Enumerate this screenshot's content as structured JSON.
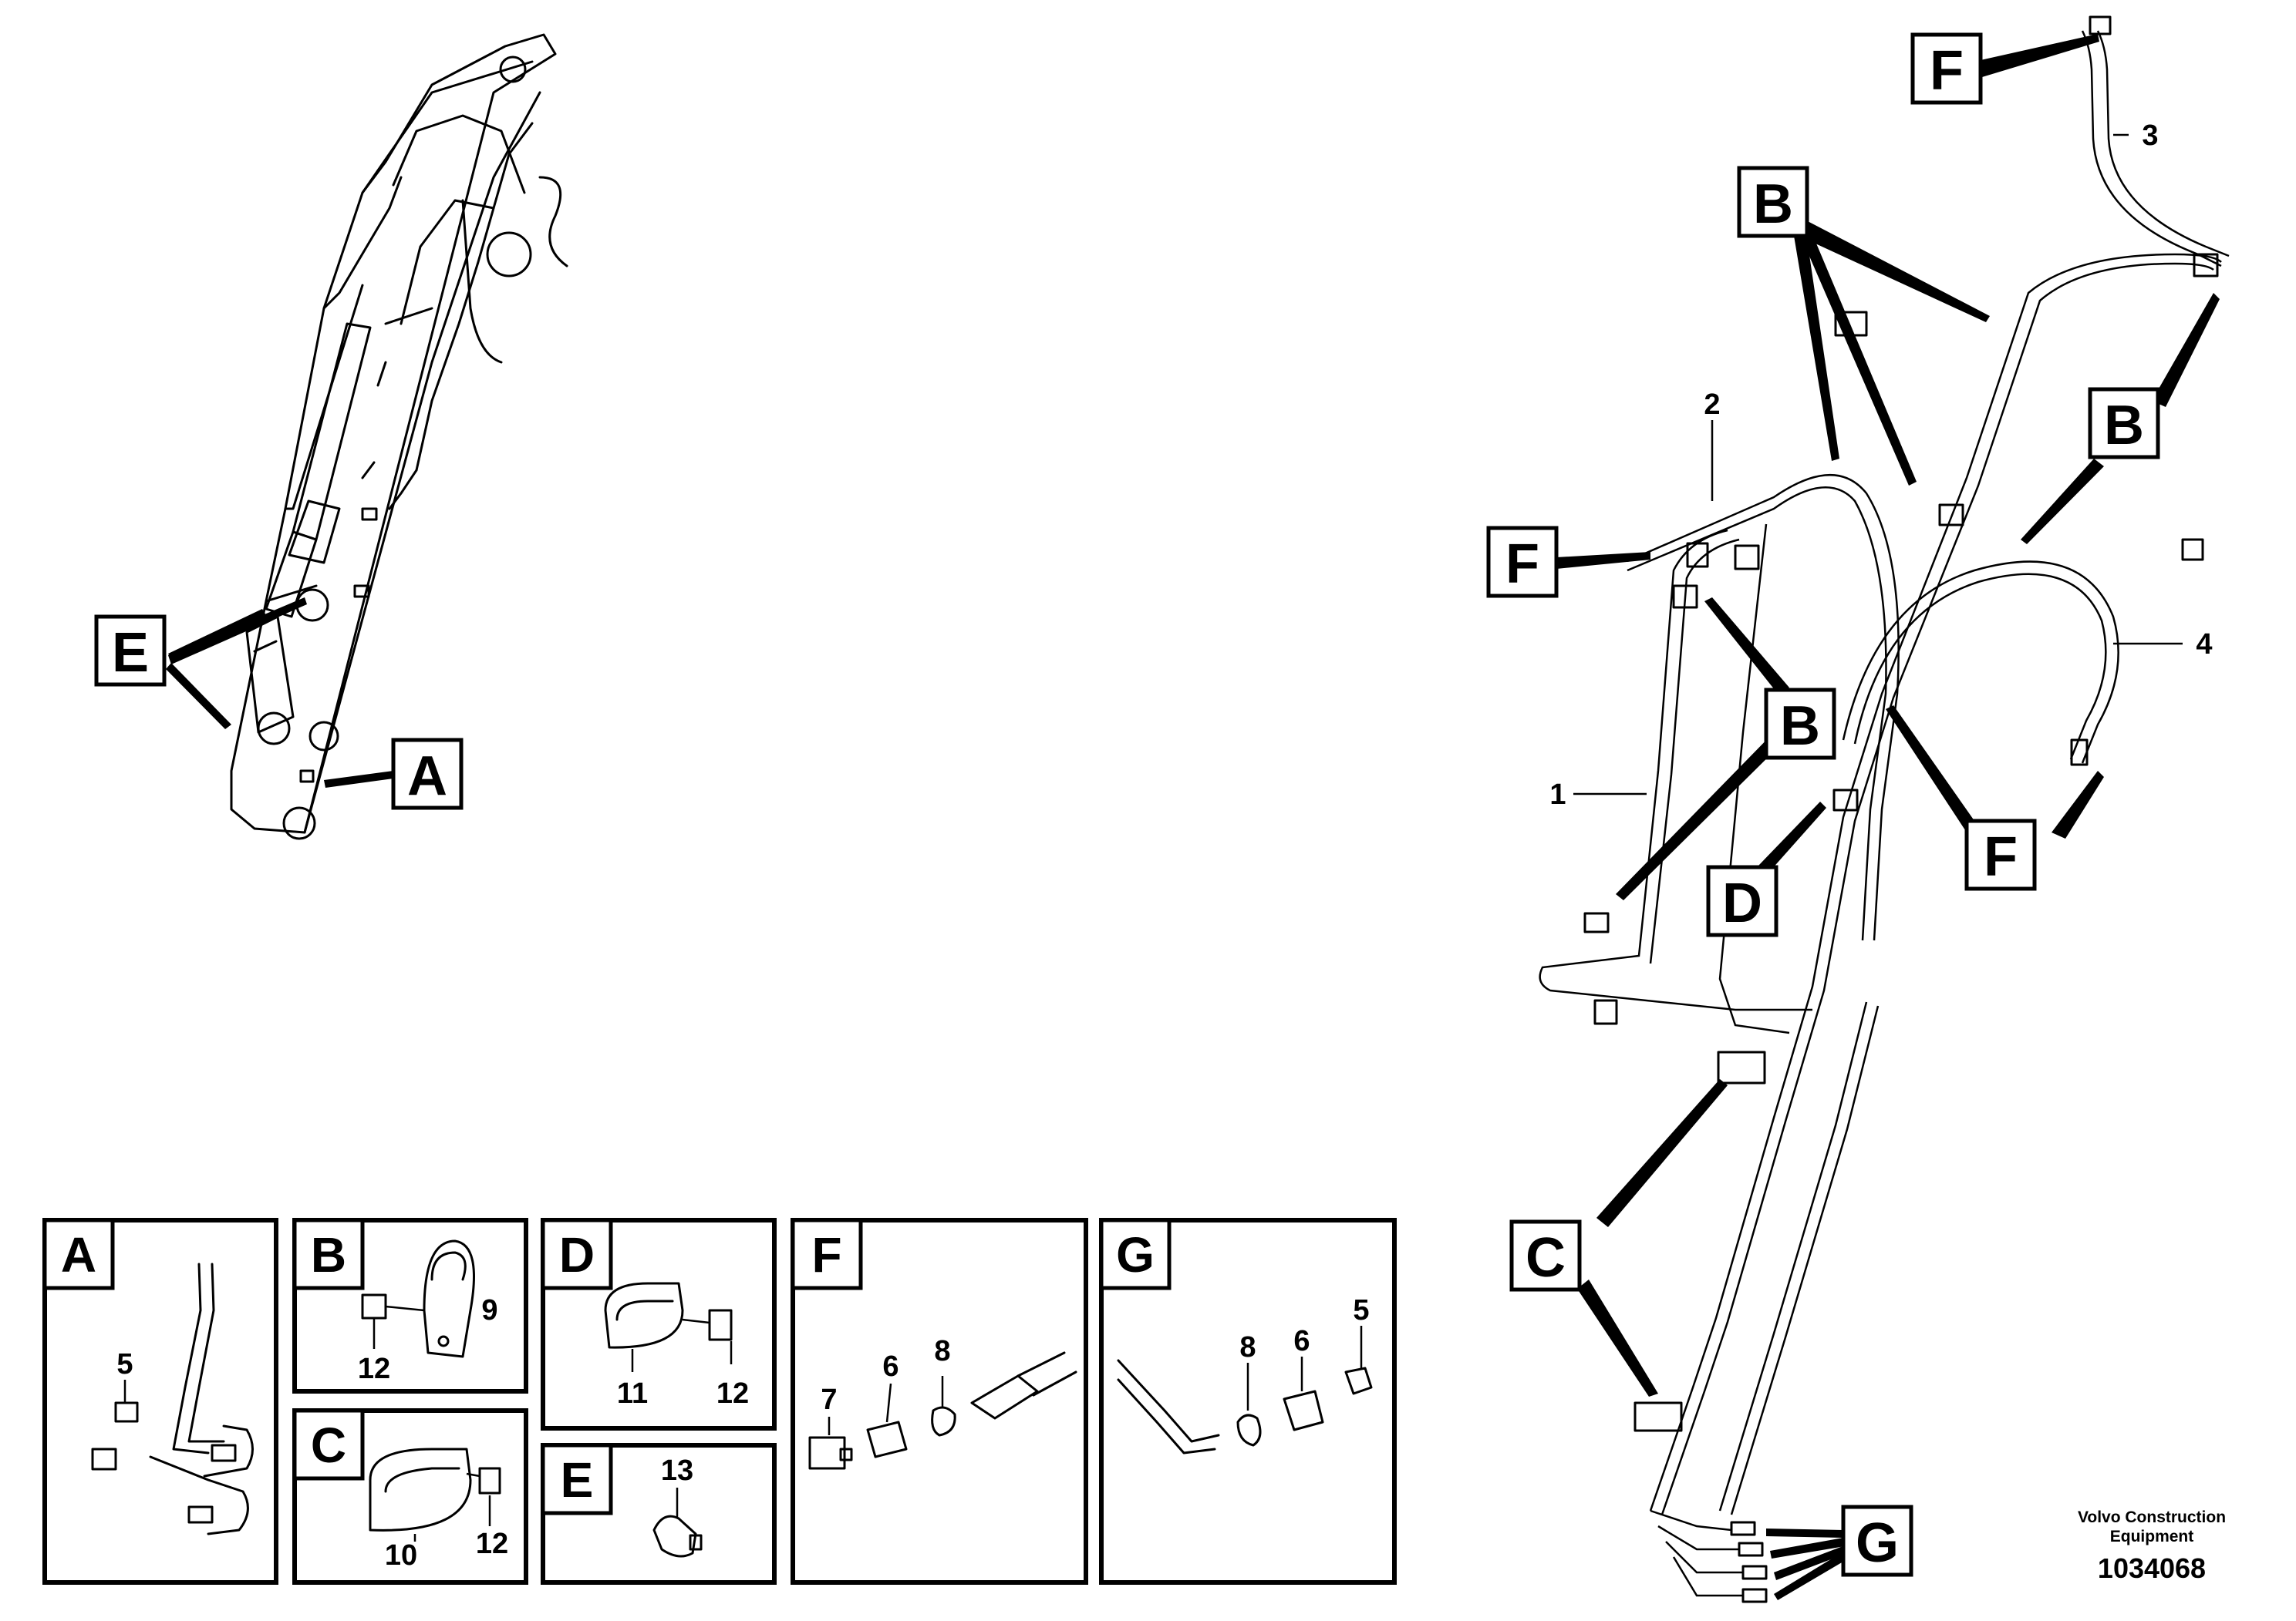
{
  "callouts": {
    "A": "A",
    "B": "B",
    "C": "C",
    "D": "D",
    "E": "E",
    "F": "F",
    "G": "G"
  },
  "item_numbers": {
    "n1": "1",
    "n2": "2",
    "n3": "3",
    "n4": "4",
    "n5": "5",
    "n6": "6",
    "n7": "7",
    "n8": "8",
    "n9": "9",
    "n10": "10",
    "n11": "11",
    "n12": "12",
    "n13": "13"
  },
  "panels": [
    {
      "letter": "A",
      "items": [
        "5"
      ]
    },
    {
      "letter": "B",
      "items": [
        "9",
        "12"
      ]
    },
    {
      "letter": "C",
      "items": [
        "10",
        "12"
      ]
    },
    {
      "letter": "D",
      "items": [
        "11",
        "12"
      ]
    },
    {
      "letter": "E",
      "items": [
        "13"
      ]
    },
    {
      "letter": "F",
      "items": [
        "7",
        "6",
        "8"
      ]
    },
    {
      "letter": "G",
      "items": [
        "8",
        "6",
        "5"
      ]
    }
  ],
  "footer": {
    "brand_line1": "Volvo Construction",
    "brand_line2": "Equipment",
    "document_number": "1034068"
  }
}
